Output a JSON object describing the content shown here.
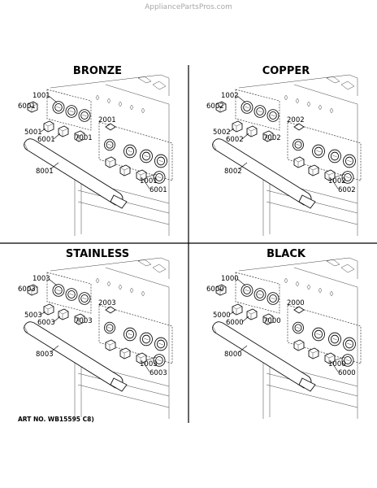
{
  "watermark": "AppliancePartsPros.com",
  "art_number": "ART NO. WB15595 C8)",
  "quadrants": [
    {
      "title": "BRONZE",
      "callouts": {
        "knob_top": "1001",
        "knob_side": "6001",
        "knob_small": "5001",
        "knob_small_b": "6001",
        "knob_mid": "7001",
        "bezel": "2001",
        "handle": "8001",
        "knob_front": "1001",
        "knob_front_b": "6001"
      }
    },
    {
      "title": "COPPER",
      "callouts": {
        "knob_top": "1002",
        "knob_side": "6002",
        "knob_small": "5002",
        "knob_small_b": "6002",
        "knob_mid": "7002",
        "bezel": "2002",
        "handle": "8002",
        "knob_front": "1002",
        "knob_front_b": "6002"
      }
    },
    {
      "title": "STAINLESS",
      "callouts": {
        "knob_top": "1003",
        "knob_side": "6003",
        "knob_small": "5003",
        "knob_small_b": "6003",
        "knob_mid": "7003",
        "bezel": "2003",
        "handle": "8003",
        "knob_front": "1003",
        "knob_front_b": "6003"
      }
    },
    {
      "title": "BLACK",
      "callouts": {
        "knob_top": "1000",
        "knob_side": "6000",
        "knob_small": "5000",
        "knob_small_b": "6000",
        "knob_mid": "7000",
        "bezel": "2000",
        "handle": "8000",
        "knob_front": "1000",
        "knob_front_b": "6000"
      }
    }
  ]
}
